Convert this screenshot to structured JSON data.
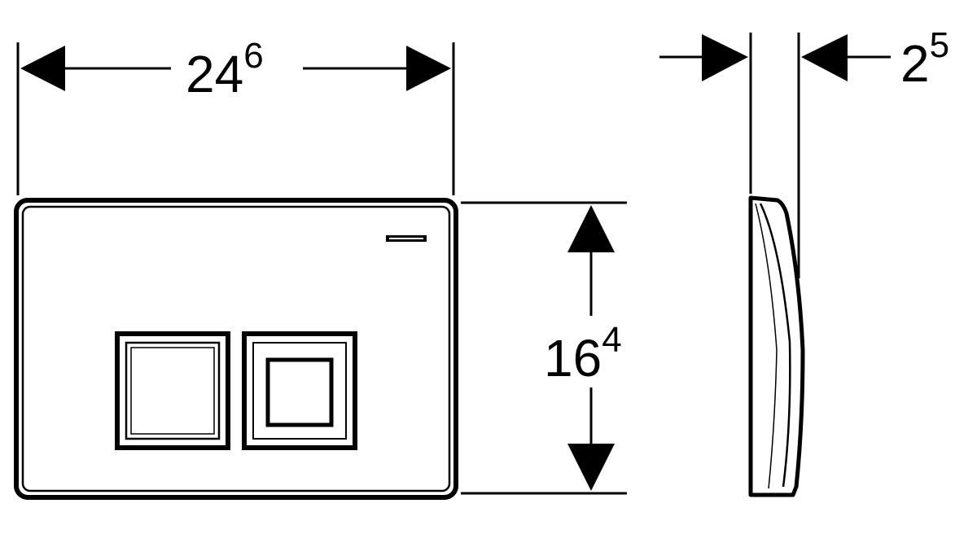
{
  "dimensions": {
    "width": {
      "main": "24",
      "sup": "6"
    },
    "height": {
      "main": "16",
      "sup": "4"
    },
    "thickness": {
      "main": "2",
      "sup": "5"
    }
  },
  "colors": {
    "stroke": "#000000",
    "background": "#ffffff"
  }
}
